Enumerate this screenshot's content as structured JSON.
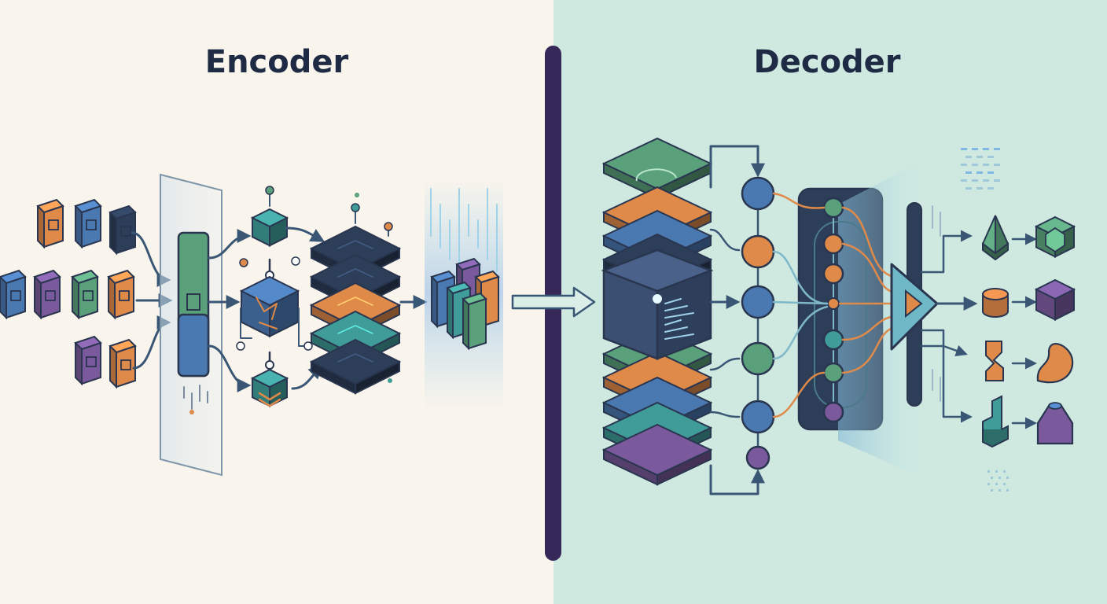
{
  "encoder": {
    "title": "Encoder"
  },
  "decoder": {
    "title": "Decoder"
  },
  "colors": {
    "encoder_bg": "#f9f4ec",
    "decoder_bg": "#cfe9e0",
    "divider": "#36295a",
    "ink": "#2a3650",
    "arrow": "#3a5675",
    "green": "#5aa07a",
    "blue": "#4a78b0",
    "orange": "#e08a4a",
    "purple": "#7a5a9c",
    "teal": "#3f9c98",
    "navy": "#2c3e58"
  },
  "encoder_inputs": [
    {
      "color": "orange",
      "icon": "square-glyph"
    },
    {
      "color": "blue",
      "icon": "bars-glyph"
    },
    {
      "color": "navy",
      "icon": "lock-glyph"
    },
    {
      "color": "blue",
      "icon": "dot-glyph"
    },
    {
      "color": "purple",
      "icon": "h-glyph"
    },
    {
      "color": "green",
      "icon": "lines-glyph"
    },
    {
      "color": "orange",
      "icon": "lines-glyph"
    },
    {
      "color": "purple",
      "icon": "bars-glyph"
    },
    {
      "color": "orange",
      "icon": "lines-glyph"
    }
  ],
  "encoder_stack_layers": [
    "navy",
    "navy",
    "orange",
    "teal",
    "navy"
  ],
  "latent_blocks": [
    "blue",
    "purple",
    "teal",
    "orange",
    "green"
  ],
  "decoder_stack_layers": [
    "green",
    "navy",
    "orange",
    "blue",
    "navy",
    "green",
    "orange",
    "blue",
    "teal",
    "purple"
  ],
  "decoder_nodes": [
    "blue",
    "orange",
    "blue",
    "green",
    "blue",
    "purple"
  ],
  "attention_nodes": [
    "green",
    "orange",
    "orange",
    "teal",
    "green",
    "purple"
  ],
  "outputs": [
    {
      "left": "pyramid",
      "right": "hex-cube",
      "left_color": "green",
      "right_color": "green"
    },
    {
      "left": "cylinder",
      "right": "cube",
      "left_color": "orange",
      "right_color": "purple"
    },
    {
      "left": "zigzag",
      "right": "blob",
      "left_color": "orange",
      "right_color": "orange"
    },
    {
      "left": "step-block",
      "right": "cone",
      "left_color": "teal",
      "right_color": "purple"
    }
  ]
}
